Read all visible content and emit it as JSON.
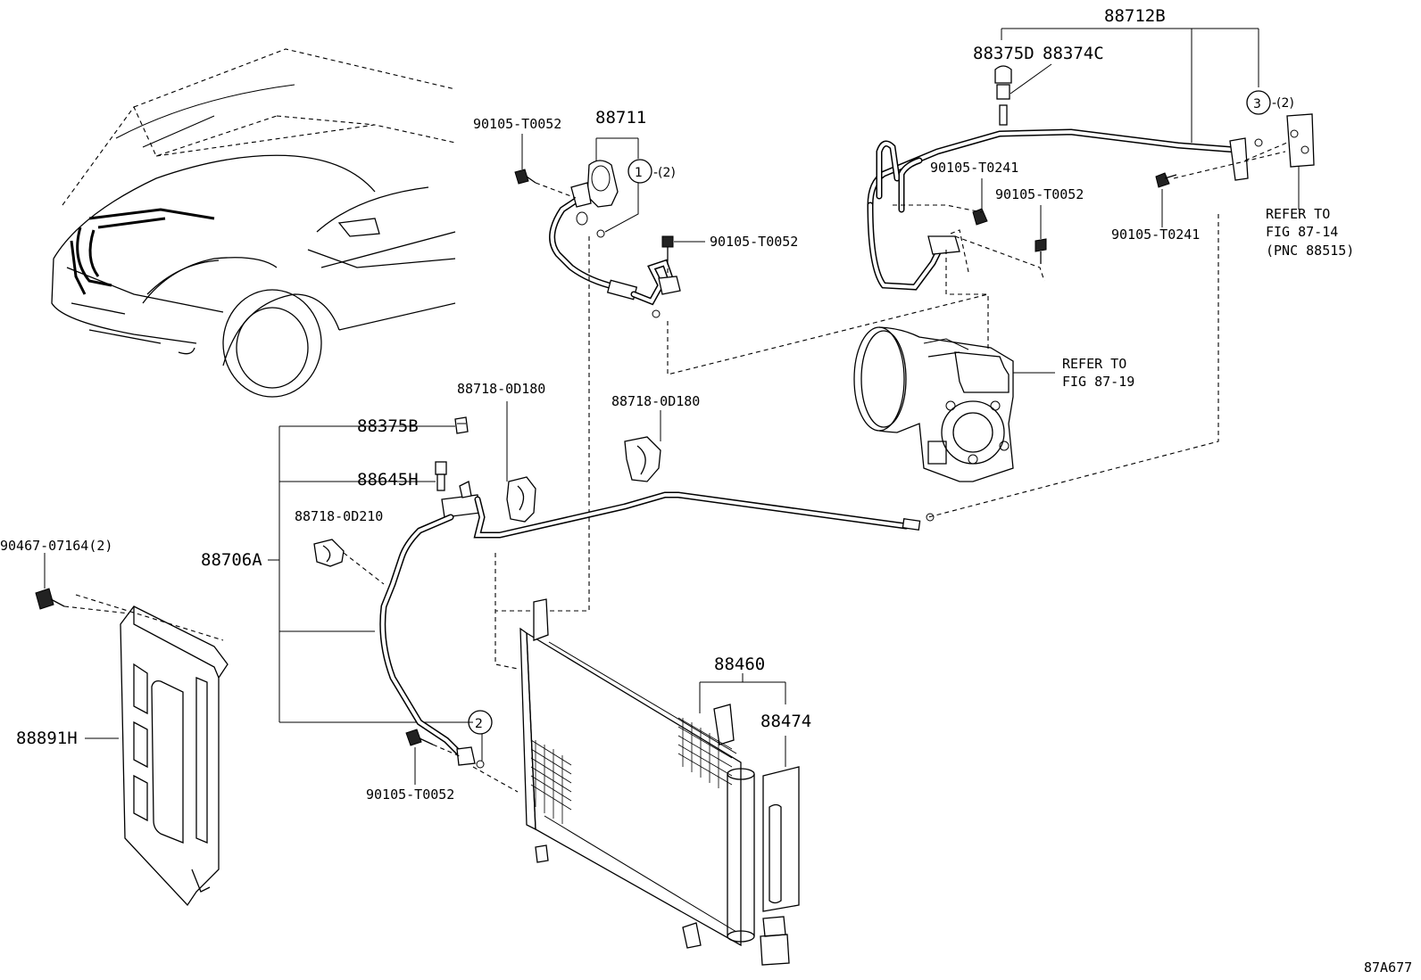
{
  "labels": {
    "p88712B": "88712B",
    "p88375D": "88375D",
    "p88374C": "88374C",
    "p88711": "88711",
    "bolt_t0052_top": "90105-T0052",
    "bolt_t0052_mid": "90105-T0052",
    "bolt_t0241_left": "90105-T0241",
    "bolt_t0052_right": "90105-T0052",
    "bolt_t0241_right": "90105-T0241",
    "refer_87_14_a": "REFER TO",
    "refer_87_14_b": "FIG 87-14",
    "refer_87_14_c": "(PNC 88515)",
    "refer_87_19_a": "REFER TO",
    "refer_87_19_b": "FIG 87-19",
    "clamp_0d180_left": "88718-0D180",
    "clamp_0d180_right": "88718-0D180",
    "p88375B": "88375B",
    "p88645H": "88645H",
    "clamp_0d210": "88718-0D210",
    "p88706A": "88706A",
    "screw_90467": "90467-07164(2)",
    "p88891H": "88891H",
    "bolt_t0052_bottom": "90105-T0052",
    "p88460": "88460",
    "p88474": "88474",
    "callout_1": "1",
    "callout_1_qty": "-(2)",
    "callout_2": "2",
    "callout_3": "3",
    "callout_3_qty": "-(2)",
    "figure_code": "87A677"
  }
}
